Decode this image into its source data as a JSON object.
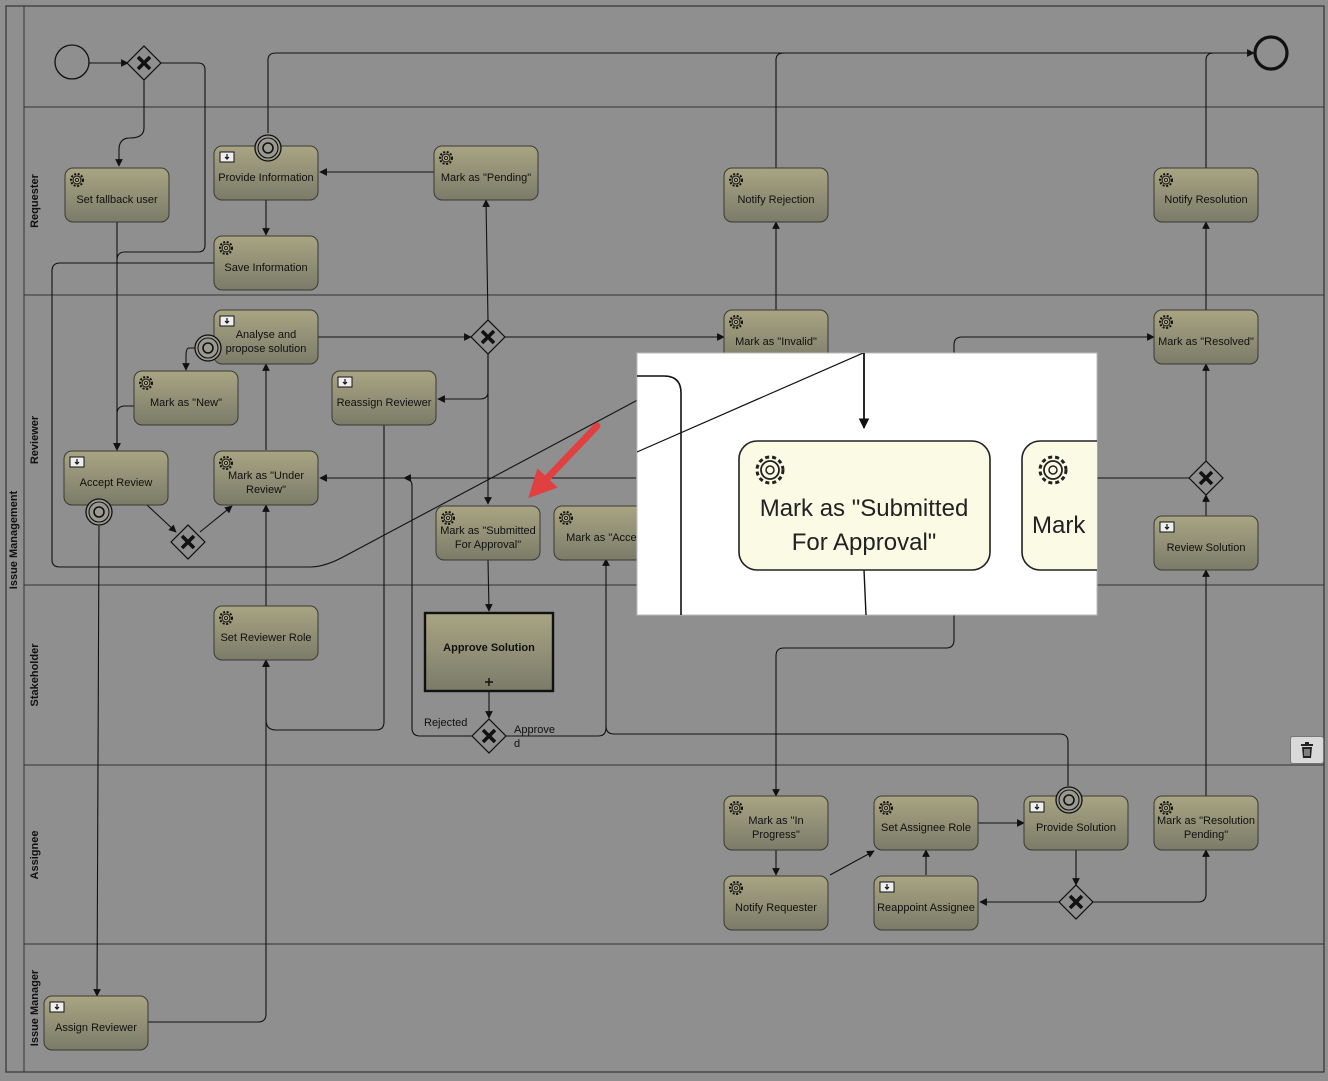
{
  "pool": {
    "label": "Issue Management"
  },
  "lanes": [
    {
      "id": "requester",
      "label": "Requester"
    },
    {
      "id": "reviewer",
      "label": "Reviewer"
    },
    {
      "id": "stakeholder",
      "label": "Stakeholder"
    },
    {
      "id": "assignee",
      "label": "Assignee"
    },
    {
      "id": "issue_manager",
      "label": "Issue Manager"
    }
  ],
  "tasks": {
    "set_fallback_user": {
      "lines": [
        "Set fallback user"
      ],
      "icon": "gear-icon"
    },
    "provide_information": {
      "lines": [
        "Provide Information"
      ],
      "icon": "user-task-icon"
    },
    "mark_pending": {
      "lines": [
        "Mark as \"Pending\""
      ],
      "icon": "gear-icon"
    },
    "save_information": {
      "lines": [
        "Save Information"
      ],
      "icon": "gear-icon"
    },
    "notify_rejection": {
      "lines": [
        "Notify Rejection"
      ],
      "icon": "gear-icon"
    },
    "notify_resolution": {
      "lines": [
        "Notify Resolution"
      ],
      "icon": "gear-icon"
    },
    "analyse_propose": {
      "lines": [
        "Analyse and",
        "propose solution"
      ],
      "icon": "user-task-icon"
    },
    "mark_invalid": {
      "lines": [
        "Mark as \"Invalid\""
      ],
      "icon": "gear-icon"
    },
    "mark_resolved": {
      "lines": [
        "Mark as \"Resolved\""
      ],
      "icon": "gear-icon"
    },
    "mark_new": {
      "lines": [
        "Mark as \"New\""
      ],
      "icon": "gear-icon"
    },
    "reassign_reviewer": {
      "lines": [
        "Reassign Reviewer"
      ],
      "icon": "user-task-icon"
    },
    "accept_review": {
      "lines": [
        "Accept Review"
      ],
      "icon": "user-task-icon"
    },
    "mark_under_review": {
      "lines": [
        "Mark as \"Under",
        "Review\""
      ],
      "icon": "gear-icon"
    },
    "mark_submitted": {
      "lines": [
        "Mark as \"Submitted",
        "For Approval\""
      ],
      "icon": "gear-icon"
    },
    "mark_accepted": {
      "lines": [
        "Mark as \"Accept"
      ],
      "icon": "gear-icon"
    },
    "review_solution": {
      "lines": [
        "Review Solution"
      ],
      "icon": "user-task-icon"
    },
    "set_reviewer_role": {
      "lines": [
        "Set Reviewer Role"
      ],
      "icon": "gear-icon"
    },
    "approve_solution": {
      "lines": [
        "Approve Solution"
      ],
      "icon": "subprocess-marker"
    },
    "mark_in_progress": {
      "lines": [
        "Mark as \"In",
        "Progress\""
      ],
      "icon": "gear-icon"
    },
    "set_assignee_role": {
      "lines": [
        "Set Assignee Role"
      ],
      "icon": "gear-icon"
    },
    "provide_solution": {
      "lines": [
        "Provide Solution"
      ],
      "icon": "user-task-icon"
    },
    "mark_resolution_pending": {
      "lines": [
        "Mark as \"Resolution",
        "Pending\""
      ],
      "icon": "gear-icon"
    },
    "notify_requester": {
      "lines": [
        "Notify Requester"
      ],
      "icon": "gear-icon"
    },
    "reappoint_assignee": {
      "lines": [
        "Reappoint Assignee"
      ],
      "icon": "user-task-icon"
    },
    "assign_reviewer": {
      "lines": [
        "Assign Reviewer"
      ],
      "icon": "user-task-icon"
    }
  },
  "edge_labels": {
    "rejected": "Rejected",
    "approved_line1": "Approve",
    "approved_line2": "d"
  },
  "zoom_callout": {
    "task_lines": [
      "Mark as \"Submitted",
      "For Approval\""
    ],
    "partial_label": "Mark"
  },
  "colors": {
    "canvas": "#8f8f8f",
    "task_top": "#a9a583",
    "task_bottom": "#7a7a68",
    "callout_task": "#fbfae4",
    "arrow": "#e04040"
  },
  "toolbar": {
    "delete_icon": "trash-icon"
  }
}
